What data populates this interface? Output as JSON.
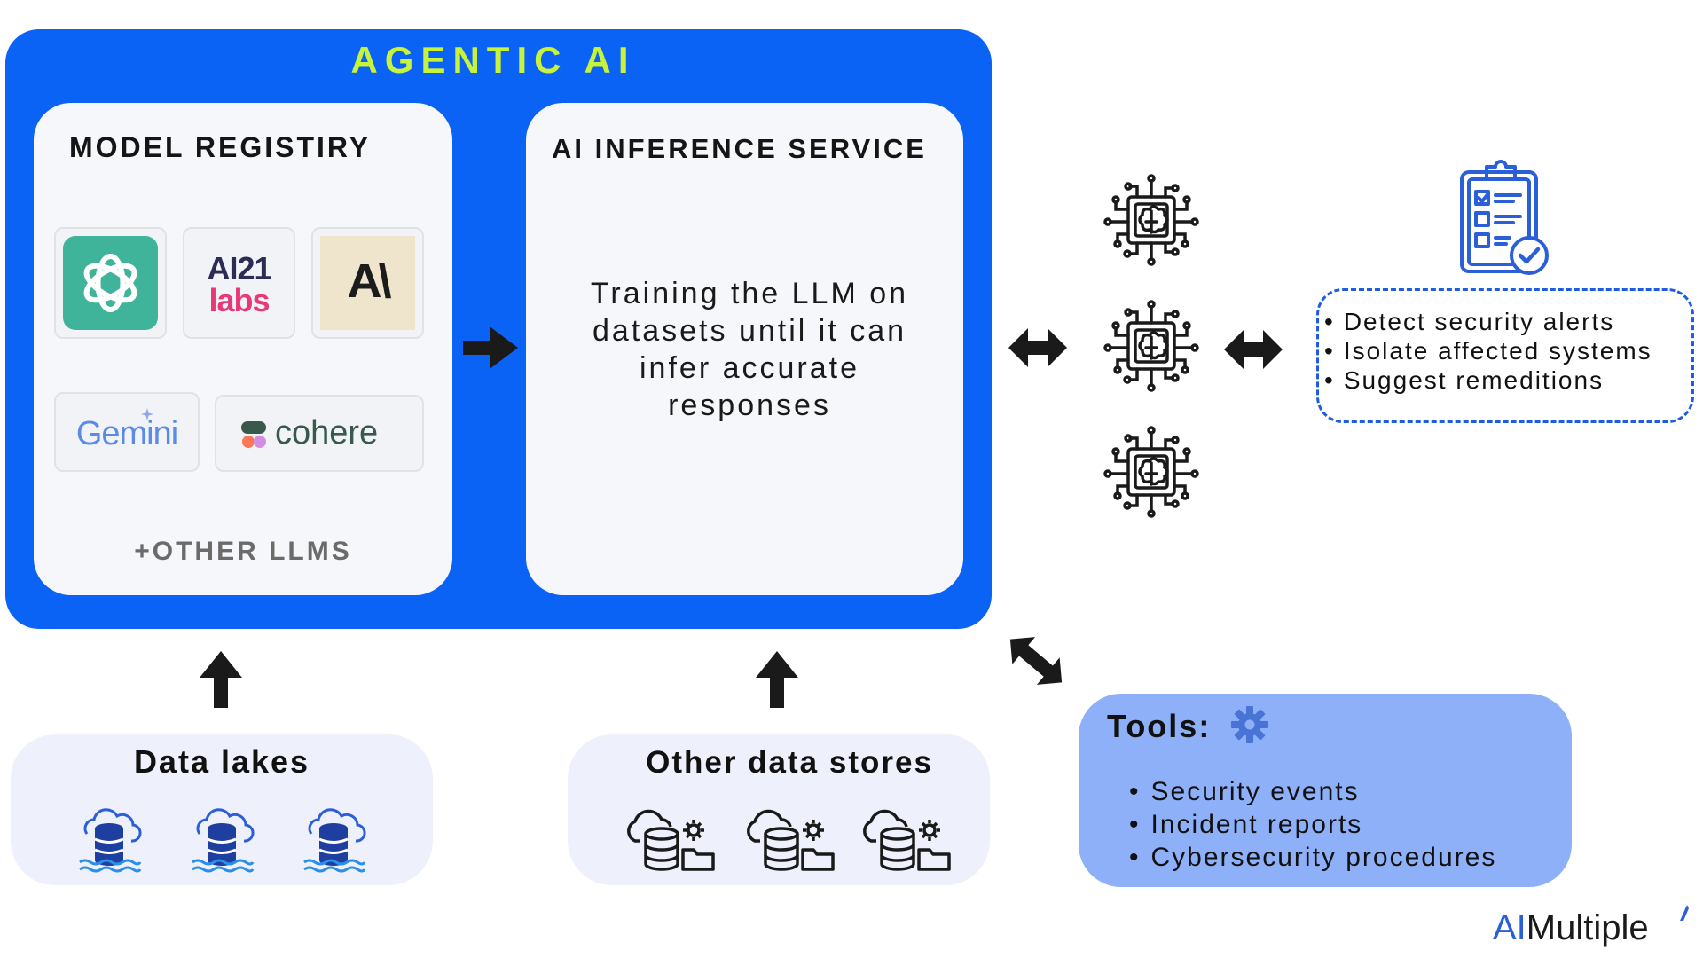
{
  "agentic_ai": {
    "title": "AGENTIC AI"
  },
  "model_registry": {
    "title": "MODEL REGISTIRY",
    "logos": {
      "ai21_line1": "AI21",
      "ai21_line2": "labs",
      "anthropic": "A\\",
      "gemini": "Gemini",
      "cohere": "cohere"
    },
    "footer": "+OTHER LLMS"
  },
  "inference_service": {
    "title": "AI INFERENCE SERVICE",
    "description": "Training the LLM on datasets until it can infer accurate responses"
  },
  "actions": {
    "items": [
      "Detect security alerts",
      "Isolate affected systems",
      "Suggest remeditions"
    ]
  },
  "data_sources": {
    "lakes": {
      "title": "Data lakes"
    },
    "other_stores": {
      "title": "Other data stores"
    }
  },
  "tools": {
    "title": "Tools:",
    "items": [
      "Security events",
      "Incident reports",
      "Cybersecurity procedures"
    ]
  },
  "brand": {
    "ai": "AI",
    "rest": "Multiple"
  },
  "colors": {
    "container_blue": "#0b63f6",
    "title_lime": "#c7f33b",
    "tools_bg": "#8eb0f8",
    "dashed_border": "#1f5ce0"
  }
}
